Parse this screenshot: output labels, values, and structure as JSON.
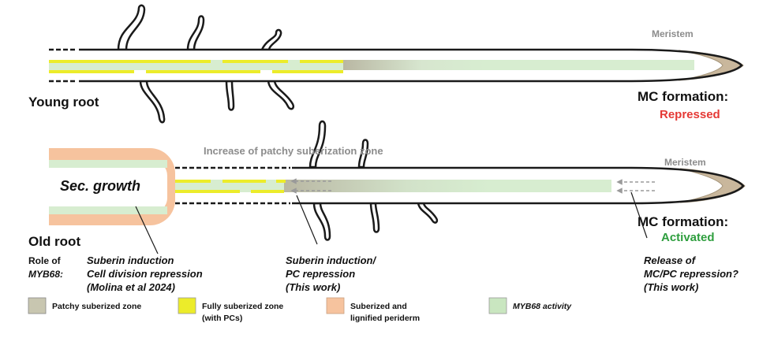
{
  "young_root": {
    "label": "Young root",
    "meristem_label": "Meristem",
    "mc_formation_label": "MC formation:",
    "mc_status": "Repressed",
    "mc_status_color": "#e53935"
  },
  "old_root": {
    "label": "Old root",
    "sec_growth_label": "Sec. growth",
    "patchy_increase_label": "Increase of patchy suberization zone",
    "meristem_label": "Meristem",
    "mc_formation_label": "MC formation:",
    "mc_status": "Activated",
    "mc_status_color": "#2e9e3e"
  },
  "role": {
    "label_line1": "Role of",
    "label_line2": "MYB68:",
    "annotation_1": {
      "line1": "Suberin induction",
      "line2": "Cell division repression",
      "line3": "(Molina et al 2024)"
    },
    "annotation_2": {
      "line1": "Suberin induction/",
      "line2": "PC repression",
      "line3": "(This work)"
    },
    "annotation_3": {
      "line1": "Release of",
      "line2": "MC/PC repression?",
      "line3": "(This work)"
    }
  },
  "legend": [
    {
      "label_line1": "Patchy suberized zone",
      "label_line2": "",
      "color": "#c8c6b0"
    },
    {
      "label_line1": "Fully suberized zone",
      "label_line2": "(with PCs)",
      "color": "#ecec2a"
    },
    {
      "label_line1": "Suberized and",
      "label_line2": "lignified periderm",
      "color": "#f6c39e"
    },
    {
      "label_line1": "MYB68 activity",
      "label_line2": "",
      "color": "#c9e6c0"
    }
  ],
  "colors": {
    "outline": "#1a1a1a",
    "myb68": "#d7edd0",
    "full_suberin": "#ecec2a",
    "patchy": "#b9b7a3",
    "periderm": "#f6c39e",
    "meristem_cap": "#c9b79c",
    "arrow_gray": "#9a9a9a",
    "label_gray": "#8c8c8c"
  }
}
